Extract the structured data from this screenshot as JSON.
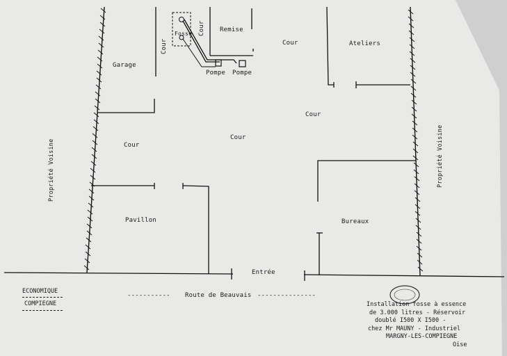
{
  "plan": {
    "labels": {
      "garage": "Garage",
      "cour_left_top": "Cour",
      "fosse": "Fosse",
      "cour_small": "Cour",
      "remise": "Remise",
      "cour_top": "Cour",
      "ateliers": "Ateliers",
      "pompe_1": "Pompe",
      "pompe_2": "Pompe",
      "cour_right": "Cour",
      "cour_center": "Cour",
      "cour_left": "Cour",
      "pavillon": "Pavillon",
      "bureaux": "Bureaux",
      "entree": "Entrée",
      "voisine_left": "Propriété Voisine",
      "voisine_right": "Propriété Voisine",
      "route": "Route de Beauvais"
    }
  },
  "footer": {
    "left_line1": "ECONOMIQUE",
    "left_line2": "COMPIEGNE",
    "route_dashes_left": "-----------",
    "route_dashes_right": "---------------",
    "caption": [
      "Installation fosse à essence",
      "de 3.000 litres - Réservoir",
      "doublé I500 X I500 -",
      "chez Mr MAUNY - Industriel",
      "MARGNY-LES-COMPIEGNE",
      "Oise"
    ]
  }
}
